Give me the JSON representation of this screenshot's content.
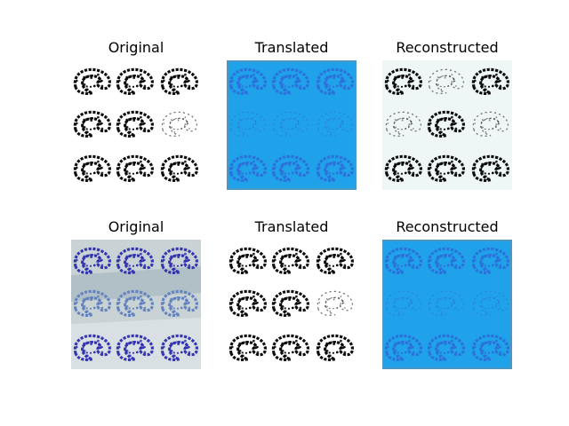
{
  "figure": {
    "rows": [
      {
        "panels": [
          {
            "title": "Original",
            "style": "bw",
            "mark_color": "#000000",
            "background": "#ffffff"
          },
          {
            "title": "Translated",
            "style": "blue",
            "mark_color": "#2d6fd8",
            "background": "#1fa2ea"
          },
          {
            "title": "Reconstructed",
            "style": "bw",
            "mark_color": "#000000",
            "background": "#eef6f6"
          }
        ]
      },
      {
        "panels": [
          {
            "title": "Original",
            "style": "photo",
            "mark_color": "#2c2cb0",
            "background": "#c9d3d6"
          },
          {
            "title": "Translated",
            "style": "bw",
            "mark_color": "#000000",
            "background": "#ffffff"
          },
          {
            "title": "Reconstructed",
            "style": "blue",
            "mark_color": "#2d6fd8",
            "background": "#1fa2ea"
          }
        ]
      }
    ]
  }
}
